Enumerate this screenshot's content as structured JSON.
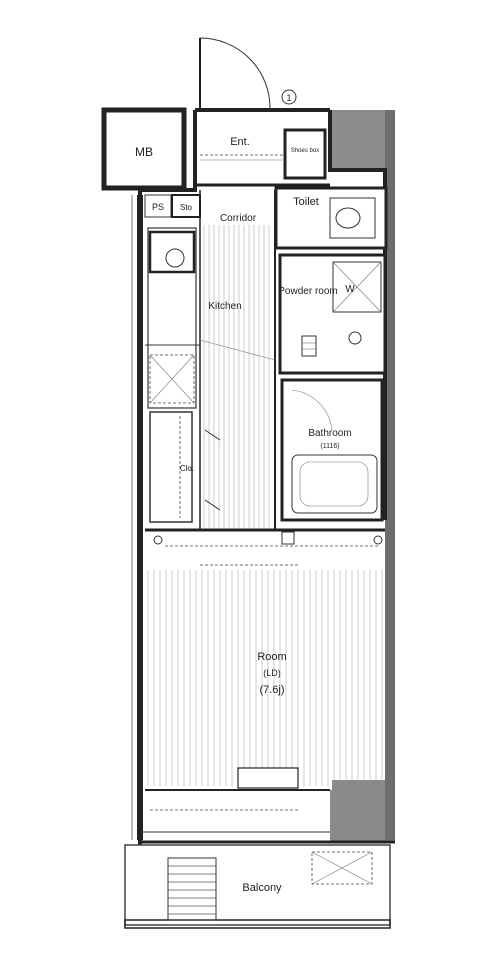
{
  "rooms": {
    "mb": "MB",
    "ps": "PS",
    "sto": "Sto",
    "entrance": "Ent.",
    "shoes_box": "Shoes box",
    "corridor": "Corridor",
    "toilet": "Toilet",
    "kitchen": "Kitchen",
    "powder_room": "Powder room",
    "washer": "W",
    "bathroom": "Bathroom",
    "bathroom_size": "(1116)",
    "closet": "Clo.",
    "room": "Room",
    "room_floor": "(LD)",
    "room_size": "(7.6j)",
    "balcony": "Balcony"
  },
  "marks": {
    "entrance_marker": "1"
  }
}
